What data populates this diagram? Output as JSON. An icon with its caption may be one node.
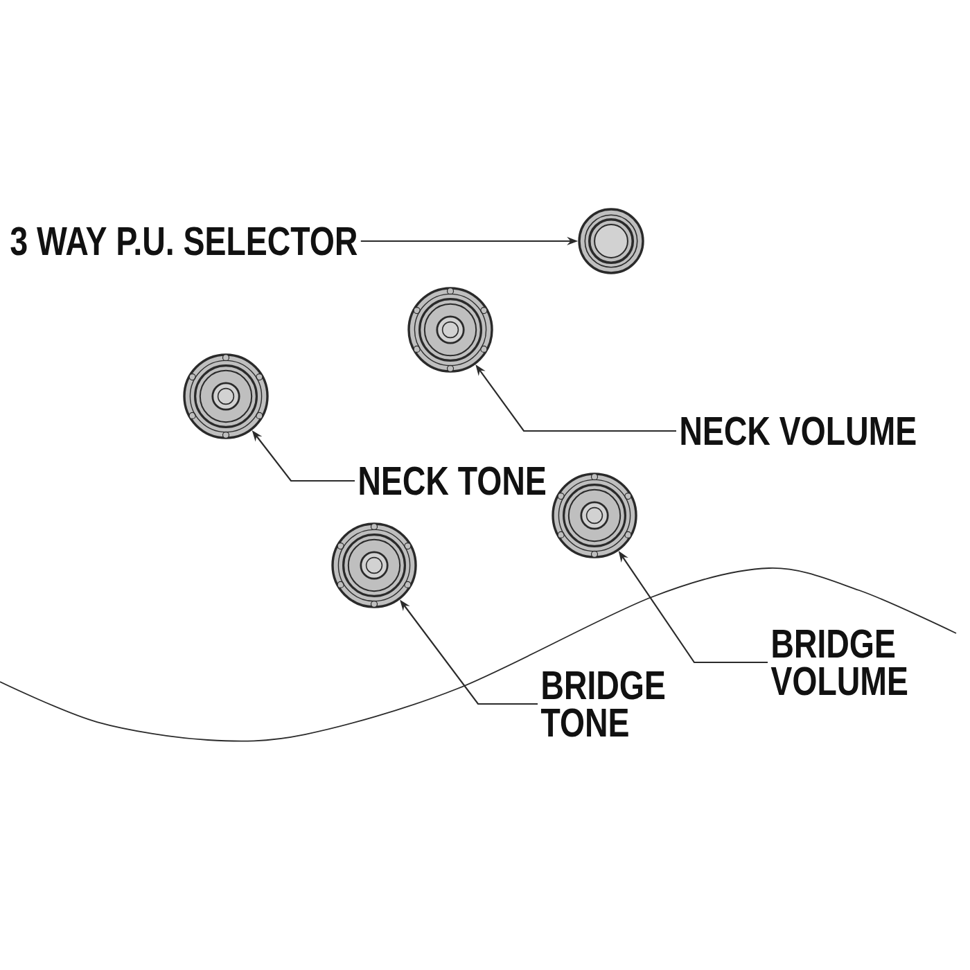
{
  "diagram": {
    "nodes": [
      {
        "text": [
          "3 WAY P.U. SELECTOR"
        ]
      },
      {
        "text": [],
        "shape": "circle"
      },
      {
        "text": [],
        "shape": "circle"
      },
      {
        "text": [
          "NECK VOLUME"
        ]
      },
      {
        "text": [],
        "shape": "circle"
      },
      {
        "text": [
          "NECK TONE"
        ]
      },
      {
        "text": [],
        "shape": "circle"
      },
      {
        "text": [],
        "shape": "circle"
      },
      {
        "text": [
          "BRIDGE VOLUME"
        ]
      },
      {
        "text": [
          "BRIDGE TONE"
        ]
      }
    ],
    "edges": [
      {
        "from": 0,
        "to": 1,
        "arrow": "to"
      },
      {
        "from": 3,
        "to": 2,
        "arrow": "to"
      },
      {
        "from": 5,
        "to": 4,
        "arrow": "to"
      },
      {
        "from": 8,
        "to": 6,
        "arrow": "to"
      },
      {
        "from": 9,
        "to": 7,
        "arrow": "to"
      }
    ]
  }
}
